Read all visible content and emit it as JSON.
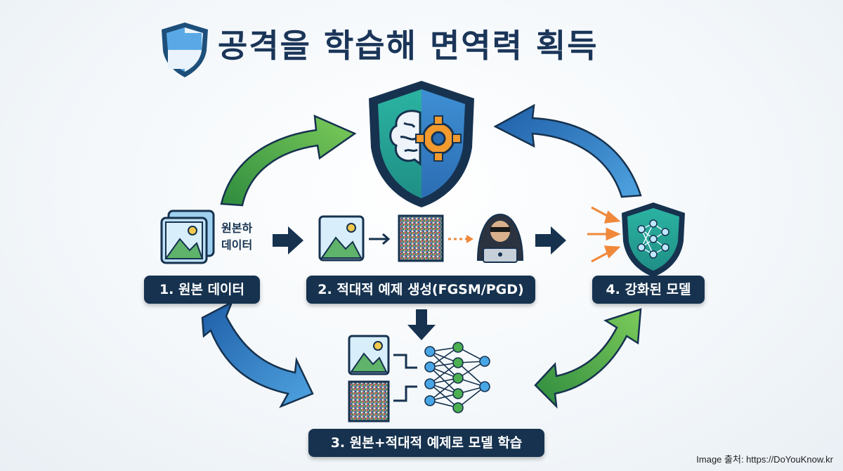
{
  "title": "공격을 학습해 면역력 획득",
  "steps": [
    {
      "label": "1. 원본 데이터"
    },
    {
      "label": "2. 적대적 예제 생성(FGSM/PGD)"
    },
    {
      "label": "3. 원본+적대적 예제로 모델 학습"
    },
    {
      "label": "4. 강화된 모델"
    }
  ],
  "original_data_caption": [
    "원본하",
    "데이터"
  ],
  "credit": "Image 출처: https://DoYouKnow.kr",
  "colors": {
    "navy": "#16324f",
    "shield_blue": "#2f7fc0",
    "shield_teal": "#2bb3a2",
    "arrow_green": "#4caf50",
    "arrow_blue": "#2f76c4",
    "accent_orange": "#f0883a"
  },
  "icons": [
    "shield-icon",
    "brain-gear-icon",
    "image-stack-icon",
    "image-icon",
    "noise-icon",
    "hacker-icon",
    "neural-network-icon",
    "shield-network-icon"
  ]
}
